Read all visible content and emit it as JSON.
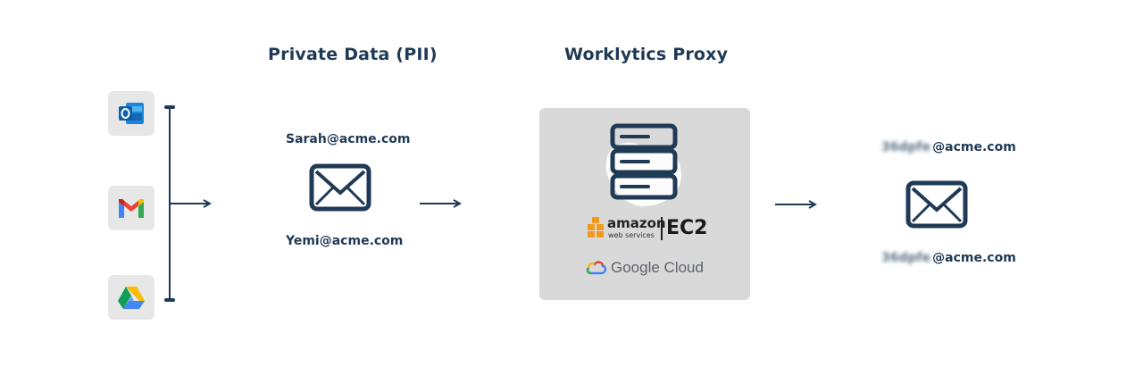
{
  "headings": {
    "pii": "Private Data (PII)",
    "proxy": "Worklytics Proxy"
  },
  "sources": [
    {
      "name": "Outlook",
      "icon": "outlook-icon"
    },
    {
      "name": "Gmail",
      "icon": "gmail-icon"
    },
    {
      "name": "Google Drive",
      "icon": "google-drive-icon"
    }
  ],
  "pii_emails": [
    "Sarah@acme.com",
    "Yemi@acme.com"
  ],
  "proxy_hosts": {
    "aws_word": "amazon",
    "aws_sub": "web services",
    "ec2": "EC2",
    "gcp": "Google Cloud"
  },
  "output_emails": [
    {
      "hash": "36dpfe",
      "domain": "@acme.com"
    },
    {
      "hash": "36dpfe",
      "domain": "@acme.com"
    }
  ],
  "colors": {
    "ink": "#1f3a55",
    "tile": "#e7e7e7",
    "proxy_bg": "#d9d9d9",
    "aws_orange": "#f29a1f"
  }
}
